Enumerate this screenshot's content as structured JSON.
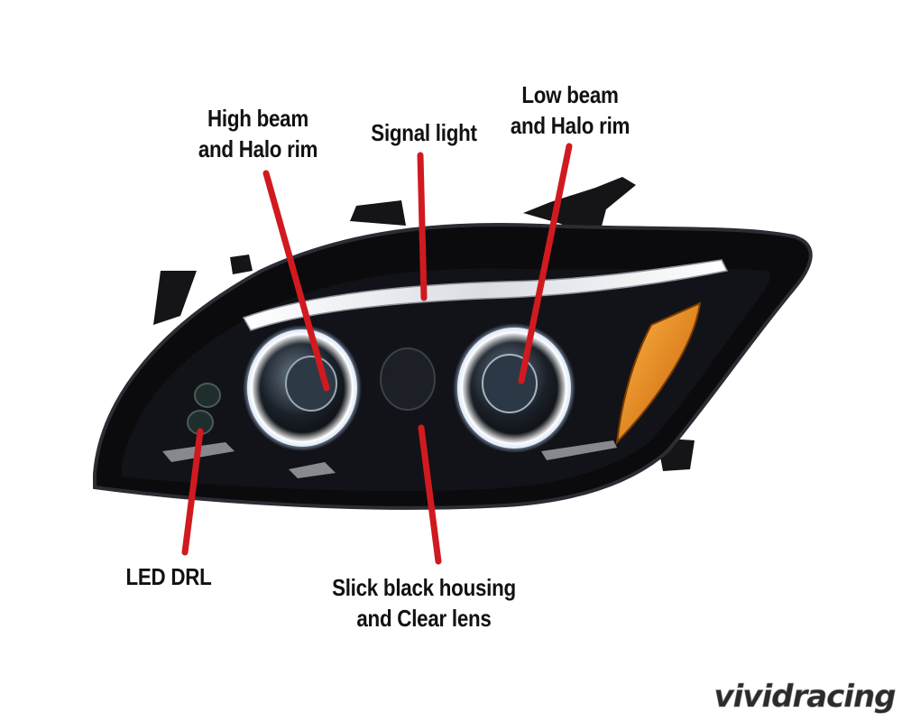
{
  "labels": {
    "high_beam": [
      "High beam",
      "and Halo rim"
    ],
    "signal_light": [
      "Signal light"
    ],
    "low_beam": [
      "Low beam",
      "and Halo rim"
    ],
    "led_drl": [
      "LED DRL"
    ],
    "housing": [
      "Slick black housing",
      "and Clear lens"
    ]
  },
  "watermark": "vividracing",
  "colors": {
    "leader_line": "#d11a1f",
    "housing": "#0a0a0d",
    "halo": "#e8f4ff",
    "amber": "#f08a00"
  }
}
